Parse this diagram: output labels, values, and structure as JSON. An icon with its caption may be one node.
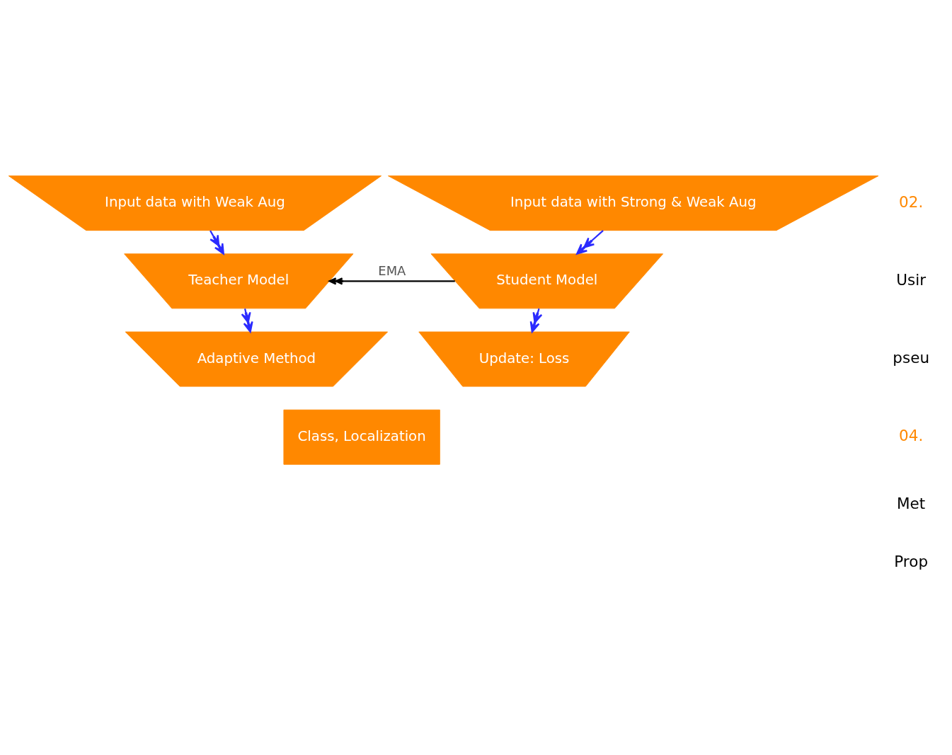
{
  "diagram": {
    "nodes": [
      {
        "text": [
          "Input data with Weak Aug"
        ]
      },
      {
        "text": [
          "Input data with Strong & Weak Aug"
        ]
      },
      {
        "text": [
          "Teacher Model"
        ]
      },
      {
        "text": [
          "Student Model"
        ]
      },
      {
        "text": [
          "Adaptive Method"
        ]
      },
      {
        "text": [
          "Update: Loss"
        ]
      },
      {
        "text": [
          "Class, Localization"
        ]
      }
    ],
    "edges": [
      {
        "from": 0,
        "to": 2,
        "arrow": "to"
      },
      {
        "from": 1,
        "to": 3,
        "arrow": "to"
      },
      {
        "from": 3,
        "to": 2,
        "arrow": "to",
        "label": "EMA",
        "color": "#000000"
      },
      {
        "from": 2,
        "to": 4,
        "arrow": "to"
      },
      {
        "from": 3,
        "to": 5,
        "arrow": "to"
      }
    ],
    "labels": [
      "02.",
      "Usir",
      "pseu",
      "04.",
      "Met",
      "Prop"
    ]
  }
}
